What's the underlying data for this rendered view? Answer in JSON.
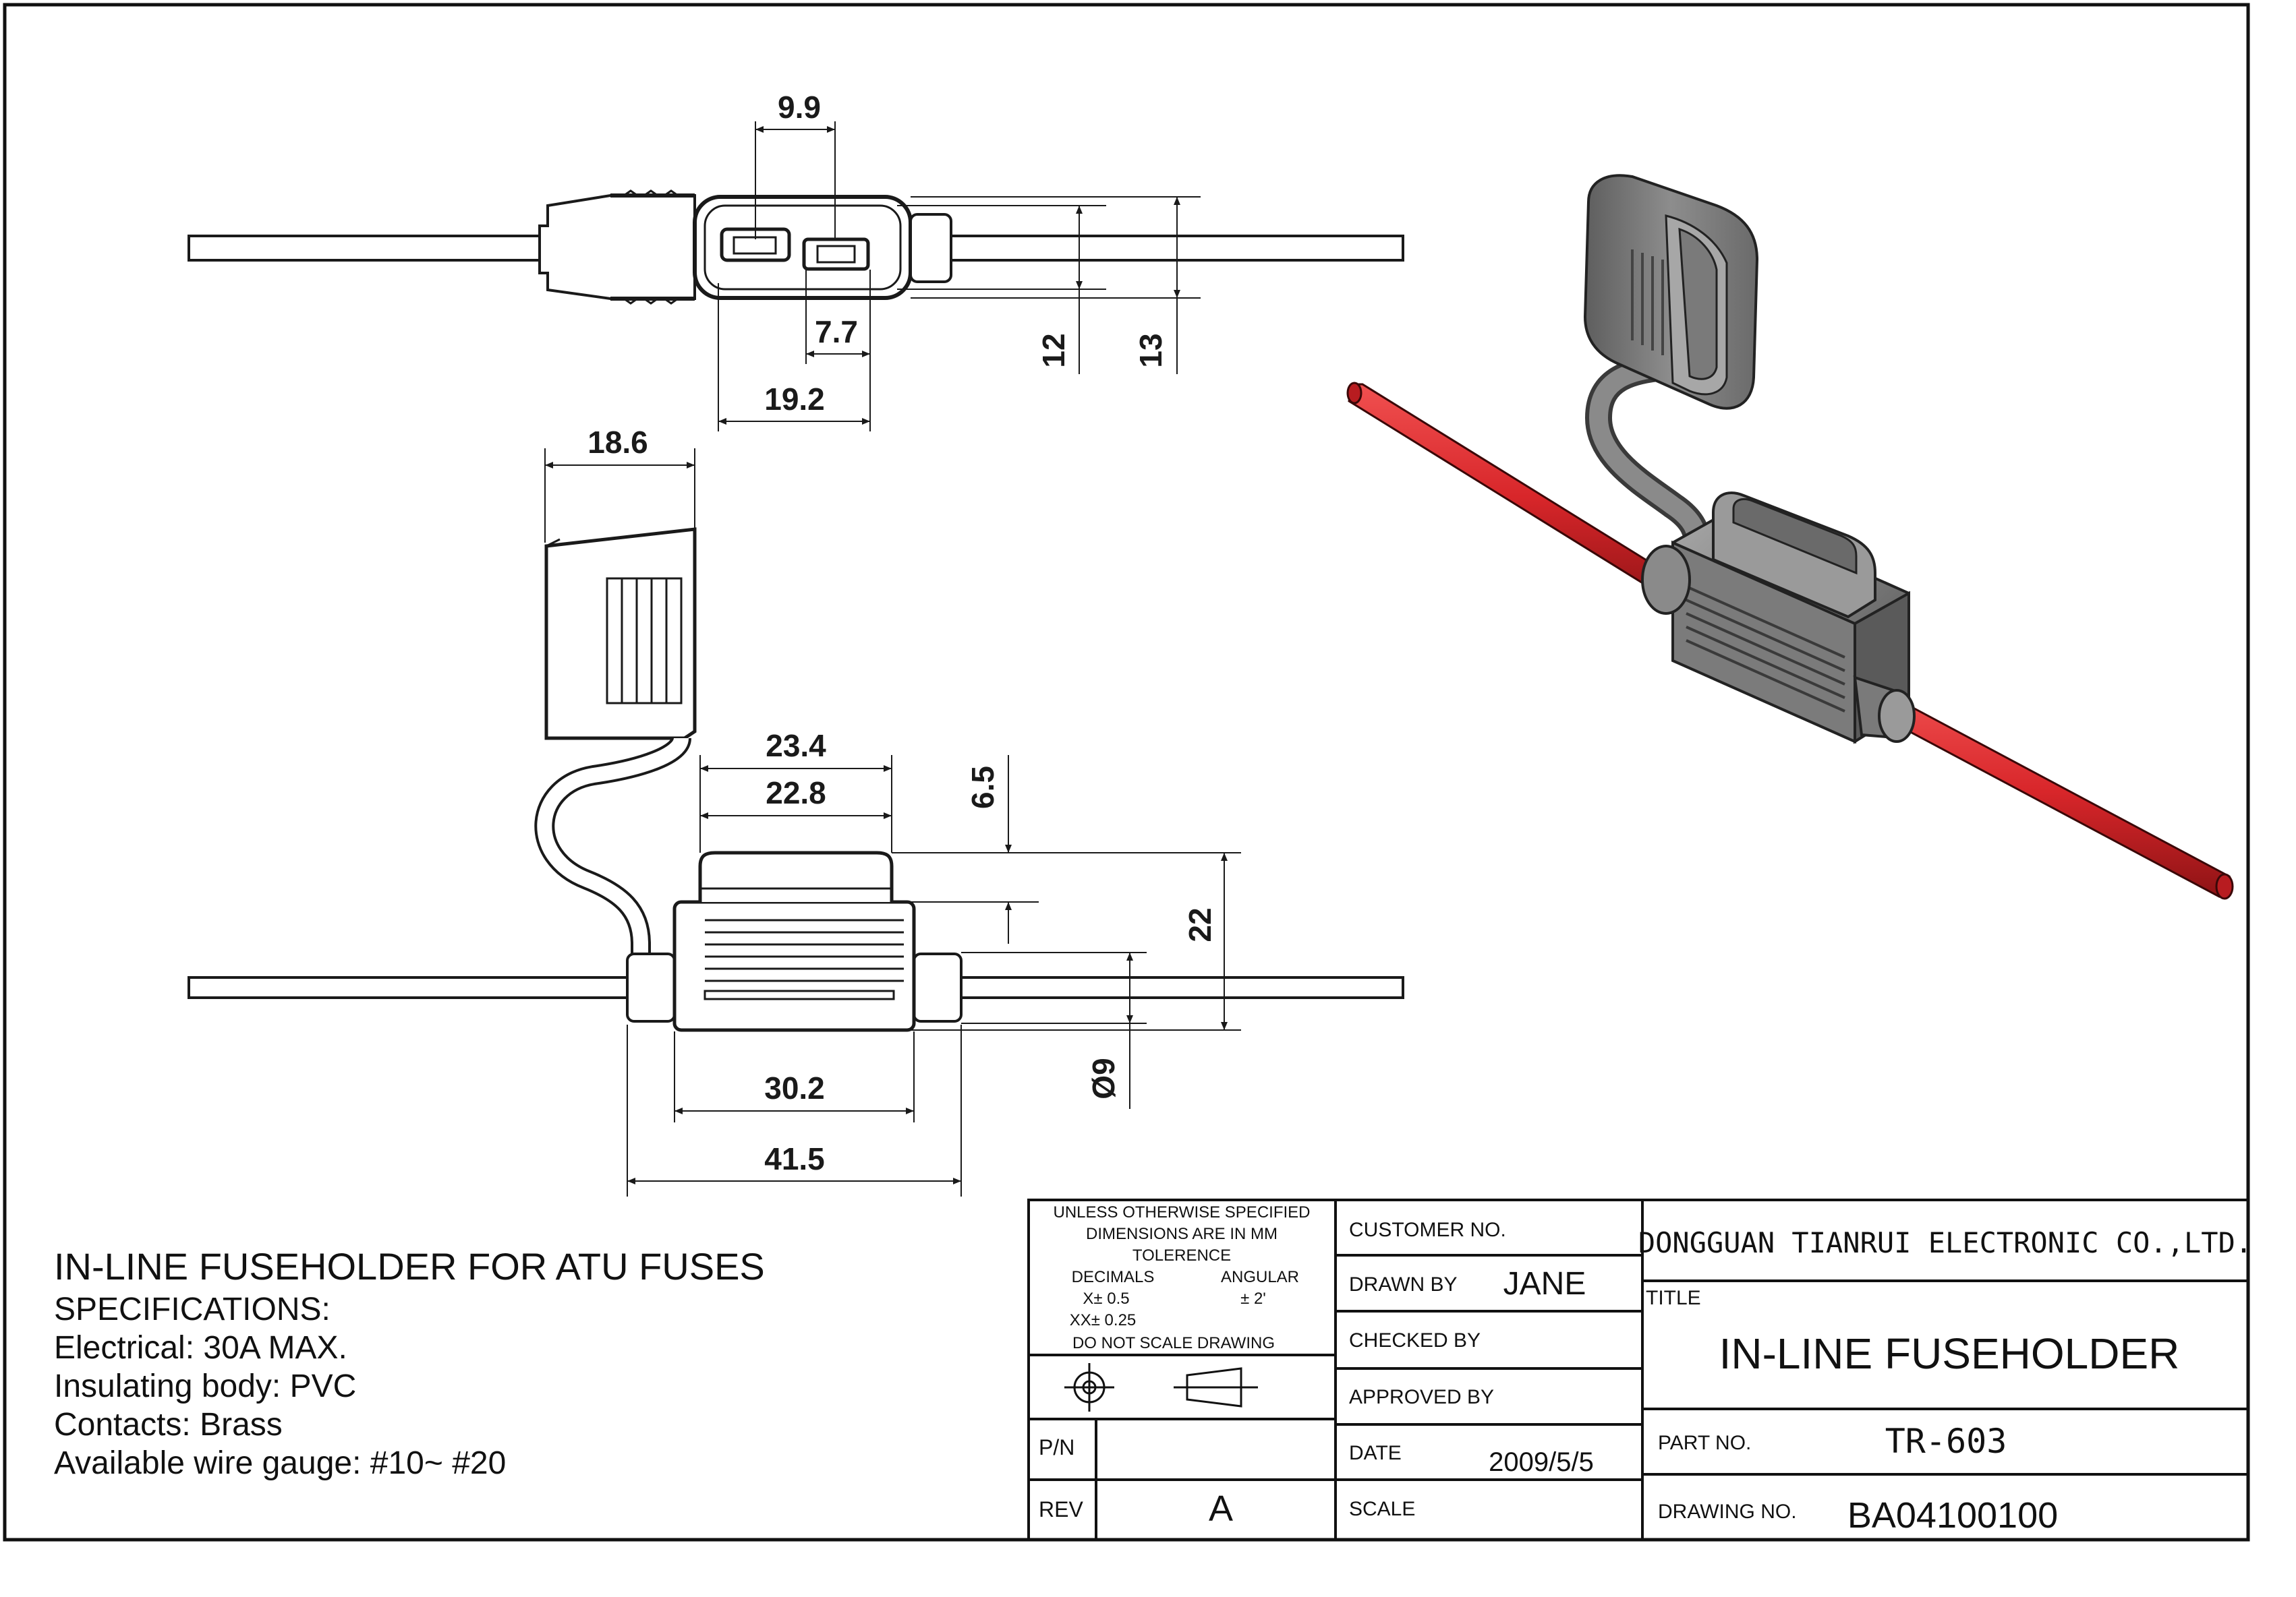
{
  "dimensions": {
    "top_view": {
      "slot_width": "9.9",
      "blade_gap": "7.7",
      "body_width": "19.2",
      "height_inner": "12",
      "height_outer": "13"
    },
    "side_view": {
      "cap_width": "18.6",
      "cap_outer": "23.4",
      "cap_inner": "22.8",
      "cap_height": "6.5",
      "total_height": "22",
      "body_length": "30.2",
      "overall_length": "41.5",
      "wire_diameter": "Ø9"
    }
  },
  "specs": {
    "title": "IN-LINE FUSEHOLDER FOR ATU FUSES",
    "heading": "SPECIFICATIONS:",
    "lines": [
      "Electrical: 30A MAX.",
      "Insulating body: PVC",
      "Contacts: Brass",
      "Available wire gauge: #10~ #20"
    ]
  },
  "title_block": {
    "notes": {
      "line1": "UNLESS OTHERWISE SPECIFIED",
      "line2": "DIMENSIONS ARE IN MM",
      "line3": "TOLERENCE",
      "decimals_label": "DECIMALS",
      "angular_label": "ANGULAR",
      "x_tol": "X± 0.5",
      "ang_tol": "±  2'",
      "xx_tol": "XX± 0.25",
      "no_scale": "DO NOT SCALE DRAWING"
    },
    "pn_label": "P/N",
    "pn_value": "",
    "rev_label": "REV",
    "rev_value": "A",
    "customer_label": "CUSTOMER NO.",
    "drawn_label": "DRAWN BY",
    "drawn_value": "JANE",
    "checked_label": "CHECKED BY",
    "approved_label": "APPROVED BY",
    "date_label": "DATE",
    "date_value": "2009/5/5",
    "scale_label": "SCALE",
    "company": "DONGGUAN TIANRUI ELECTRONIC CO.,LTD.",
    "title_label": "TITLE",
    "title_value": "IN-LINE FUSEHOLDER",
    "part_label": "PART NO.",
    "part_value": "TR-603",
    "drawing_label": "DRAWING NO.",
    "drawing_value": "BA04100100"
  },
  "colors": {
    "wire": "#d8262a",
    "body": "#7d7d7d",
    "line": "#1a1a1a"
  }
}
